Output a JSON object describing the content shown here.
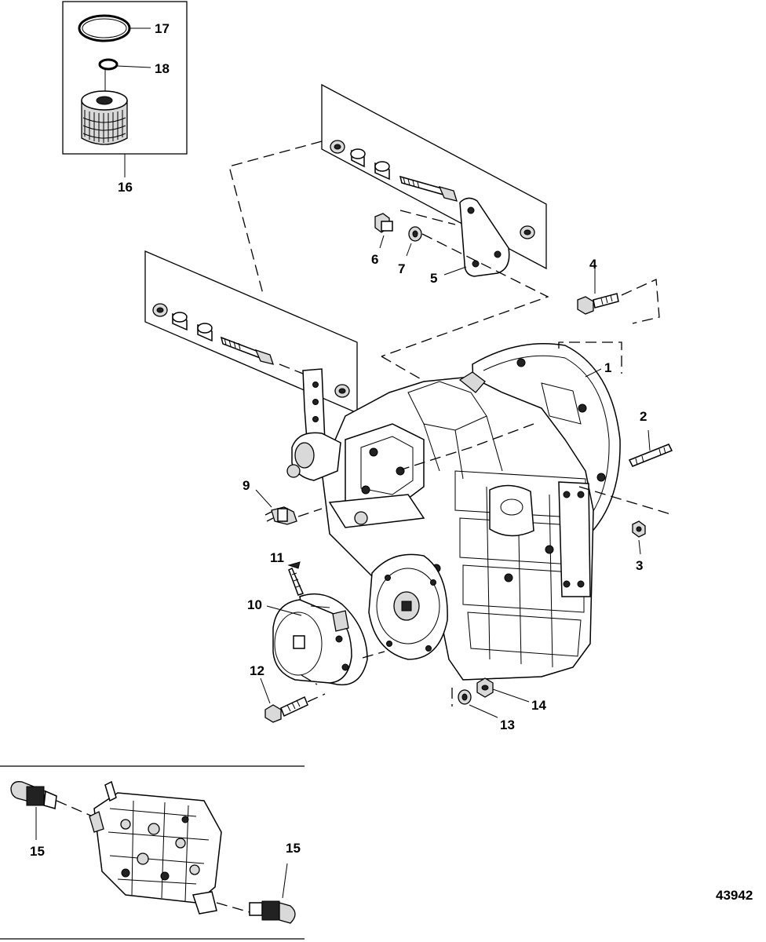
{
  "figure_number": "43942",
  "callouts": {
    "c1": "1",
    "c2": "2",
    "c3": "3",
    "c4": "4",
    "c5": "5",
    "c6": "6",
    "c7": "7",
    "c9": "9",
    "c10": "10",
    "c11": "11",
    "c12": "12",
    "c13": "13",
    "c14": "14",
    "c15a": "15",
    "c15b": "15",
    "c16": "16",
    "c17": "17",
    "c18": "18"
  }
}
